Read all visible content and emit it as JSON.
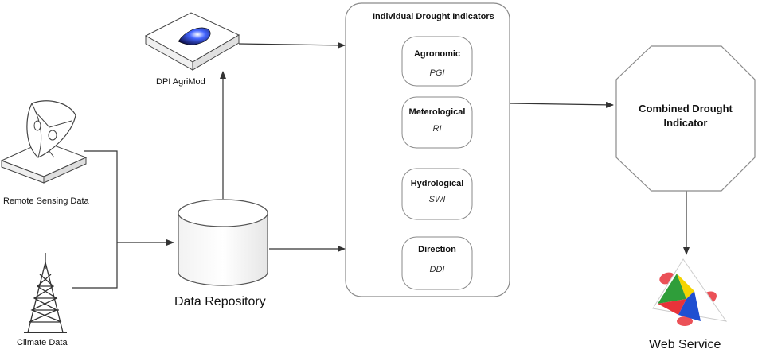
{
  "sources": {
    "remote_sensing": "Remote Sensing Data",
    "climate": "Climate Data",
    "agrimod": "DPI AgriMod",
    "repository": "Data Repository"
  },
  "indicators": {
    "title": "Individual Drought Indicators",
    "items": [
      {
        "name": "Agronomic",
        "code": "PGI"
      },
      {
        "name": "Meterological",
        "code": "RI"
      },
      {
        "name": "Hydrological",
        "code": "SWI"
      },
      {
        "name": "Direction",
        "code": "DDI"
      }
    ]
  },
  "combined": "Combined Drought Indicator",
  "output": "Web Service",
  "colors": {
    "line": "#333333",
    "shape_border": "#8a8a8a",
    "agrimod_blue": "#2233cc",
    "logo_red": "#e8333a",
    "logo_yellow": "#f5d400",
    "logo_green": "#2f9e3a",
    "logo_blue": "#1f4fd1"
  }
}
